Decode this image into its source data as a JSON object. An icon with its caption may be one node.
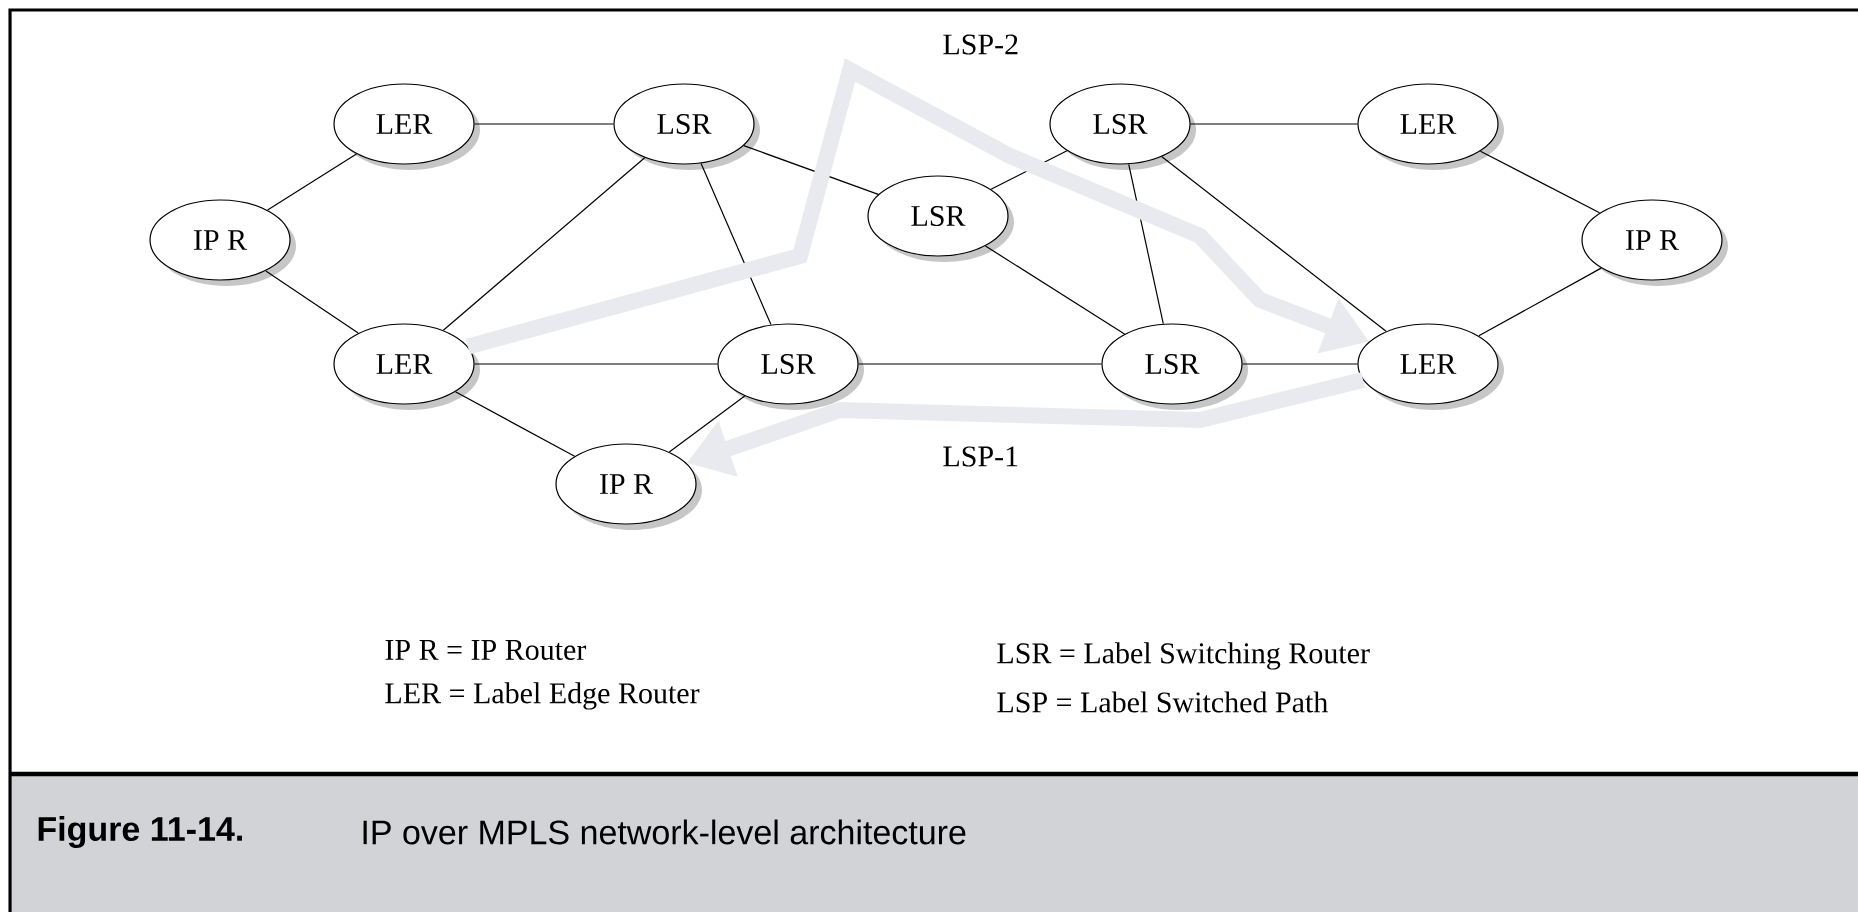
{
  "diagram": {
    "caption": "IP over MPLS network-level architecture",
    "nodes": [
      {
        "text": [
          "LER"
        ]
      },
      {
        "text": [
          "LSR"
        ]
      },
      {
        "text": [
          "IP R"
        ]
      },
      {
        "text": [
          "LSR"
        ]
      },
      {
        "text": [
          "LSR"
        ]
      },
      {
        "text": [
          "LER"
        ]
      },
      {
        "text": [
          "IP R"
        ]
      },
      {
        "text": [
          "LER"
        ]
      },
      {
        "text": [
          "LSR"
        ]
      },
      {
        "text": [
          "LSR"
        ]
      },
      {
        "text": [
          "LER"
        ]
      },
      {
        "text": [
          "IP R"
        ]
      }
    ],
    "edges": [
      {
        "from": 0,
        "to": 1,
        "arrow": "none"
      },
      {
        "from": 2,
        "to": 0,
        "arrow": "none"
      },
      {
        "from": 2,
        "to": 7,
        "arrow": "none"
      },
      {
        "from": 7,
        "to": 1,
        "arrow": "none"
      },
      {
        "from": 1,
        "to": 8,
        "arrow": "none"
      },
      {
        "from": 1,
        "to": 3,
        "arrow": "none"
      },
      {
        "from": 3,
        "to": 4,
        "arrow": "none"
      },
      {
        "from": 3,
        "to": 9,
        "arrow": "none"
      },
      {
        "from": 4,
        "to": 9,
        "arrow": "none"
      },
      {
        "from": 4,
        "to": 5,
        "arrow": "none"
      },
      {
        "from": 4,
        "to": 10,
        "arrow": "none"
      },
      {
        "from": 5,
        "to": 6,
        "arrow": "none"
      },
      {
        "from": 7,
        "to": 8,
        "arrow": "none"
      },
      {
        "from": 7,
        "to": 11,
        "arrow": "none"
      },
      {
        "from": 11,
        "to": 8,
        "arrow": "none"
      },
      {
        "from": 8,
        "to": 9,
        "arrow": "none"
      },
      {
        "from": 9,
        "to": 10,
        "arrow": "none"
      },
      {
        "from": 6,
        "to": 10,
        "arrow": "none"
      },
      {
        "from": 7,
        "to": 10,
        "arrow": "to",
        "label": "LSP-2",
        "style": "thick",
        "color": "#e9eaf0"
      },
      {
        "from": 10,
        "to": 11,
        "arrow": "to",
        "label": "LSP-1",
        "style": "thick",
        "color": "#e9eaf0"
      }
    ],
    "labels": [
      "IP R = IP Router",
      "LER = Label Edge Router",
      "LSR = Label Switching Router",
      "LSP = Label Switched Path",
      "Figure 11-14."
    ]
  }
}
